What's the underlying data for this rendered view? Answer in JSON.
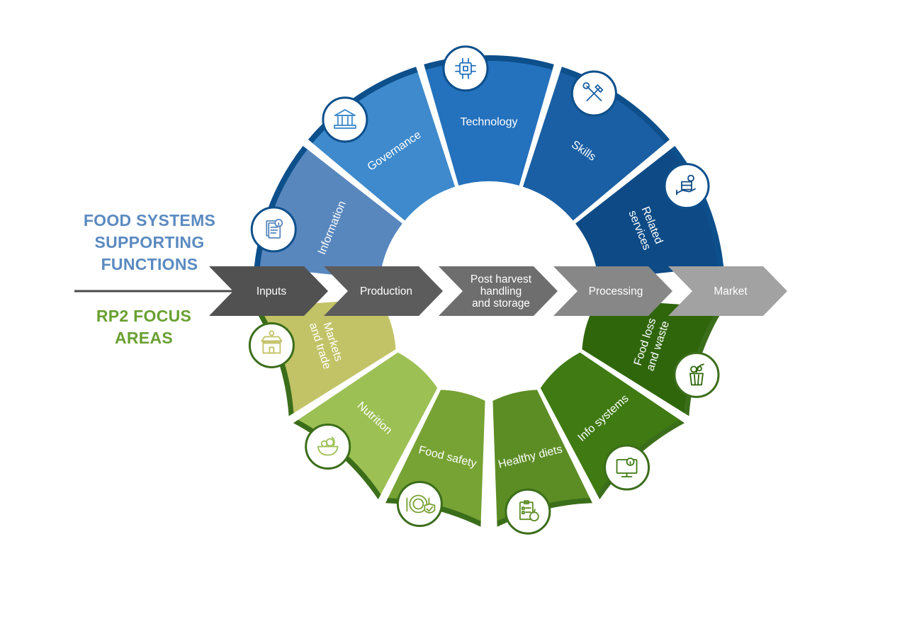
{
  "top_heading": {
    "lines": [
      "FOOD SYSTEMS",
      "SUPPORTING",
      "FUNCTIONS"
    ],
    "color": "#5b8ac0"
  },
  "bottom_heading": {
    "lines": [
      "RP2 FOCUS",
      "AREAS"
    ],
    "color": "#69a031"
  },
  "supporting_functions": [
    {
      "lines": [
        "Information"
      ],
      "color": "#5887be",
      "icon": "document-info-icon"
    },
    {
      "lines": [
        "Governance"
      ],
      "color": "#3e8acc",
      "icon": "government-building-icon"
    },
    {
      "lines": [
        "Technology"
      ],
      "color": "#2471bd",
      "icon": "microchip-icon"
    },
    {
      "lines": [
        "Skills"
      ],
      "color": "#1a5fa3",
      "icon": "tools-icon"
    },
    {
      "lines": [
        "Related",
        "services"
      ],
      "color": "#0e4b86",
      "icon": "hand-box-service-icon"
    }
  ],
  "value_chain": [
    {
      "lines": [
        "Inputs"
      ],
      "color": "#515151"
    },
    {
      "lines": [
        "Production"
      ],
      "color": "#5c5c5c"
    },
    {
      "lines": [
        "Post harvest",
        "handling",
        "and storage"
      ],
      "color": "#6e6e6e"
    },
    {
      "lines": [
        "Processing"
      ],
      "color": "#878787"
    },
    {
      "lines": [
        "Market"
      ],
      "color": "#a2a2a2"
    }
  ],
  "focus_areas": [
    {
      "lines": [
        "Markets",
        "and trade"
      ],
      "color": "#c2c367",
      "icon": "market-stall-icon"
    },
    {
      "lines": [
        "Nutrition"
      ],
      "color": "#9cc054",
      "icon": "salad-bowl-icon"
    },
    {
      "lines": [
        "Food safety"
      ],
      "color": "#77a334",
      "icon": "plate-shield-icon"
    },
    {
      "lines": [
        "Healthy diets"
      ],
      "color": "#5c8d25",
      "icon": "checklist-apple-icon"
    },
    {
      "lines": [
        "Info systems"
      ],
      "color": "#3f7a12",
      "icon": "monitor-info-icon"
    },
    {
      "lines": [
        "Food loss",
        "and waste"
      ],
      "color": "#2f660c",
      "icon": "waste-bin-icon"
    }
  ],
  "colors": {
    "top_outer_ring": "#0d4f8b",
    "bottom_outer_ring": "#3b6e1a",
    "divider_line": "#4a4a4a",
    "chevron_text": "#ffffff"
  }
}
